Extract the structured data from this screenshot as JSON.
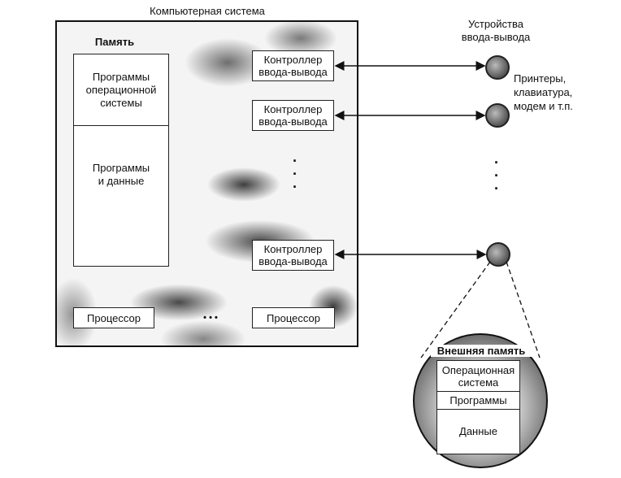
{
  "system": {
    "title": "Компьютерная система",
    "memory_label": "Память",
    "memory_os": [
      "Программы",
      "операционной",
      "системы"
    ],
    "memory_data": [
      "Программы",
      "и данные"
    ],
    "processor_1": "Процессор",
    "processor_2": "Процессор",
    "processor_ellipsis": "• • •",
    "controllers": [
      [
        "Контроллер",
        "ввода-вывода"
      ],
      [
        "Контроллер",
        "ввода-вывода"
      ],
      [
        "Контроллер",
        "ввода-вывода"
      ]
    ]
  },
  "io": {
    "title": [
      "Устройства",
      "ввода-вывода"
    ],
    "devices_note": [
      "Принтеры,",
      "клавиатура,",
      "модем и т.п."
    ]
  },
  "external_memory": {
    "title": "Внешняя память",
    "os": [
      "Операционная",
      "система"
    ],
    "programs": "Программы",
    "data": "Данные"
  }
}
